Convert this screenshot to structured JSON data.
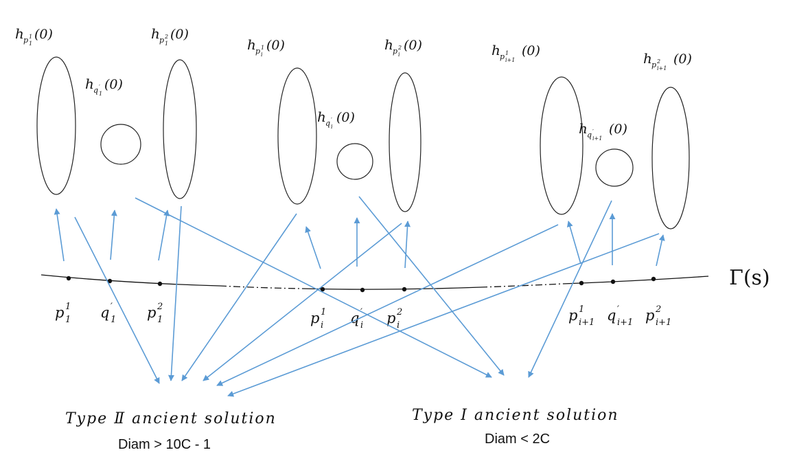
{
  "colors": {
    "arrow": "#5b9bd5",
    "ink": "#111111",
    "background": "#ffffff"
  },
  "sets": [
    {
      "id": "p1_1",
      "h_base": "h",
      "pt": "p",
      "sup": "1",
      "sub": "1",
      "point": {
        "base": "p",
        "sup": "1",
        "sub": "1"
      }
    },
    {
      "id": "q1",
      "h_base": "h",
      "pt": "q",
      "sup": "′",
      "sub": "1",
      "point": {
        "base": "q",
        "sup": "′",
        "sub": "1"
      }
    },
    {
      "id": "p1_2",
      "h_base": "h",
      "pt": "p",
      "sup": "2",
      "sub": "1",
      "point": {
        "base": "p",
        "sup": "2",
        "sub": "1"
      }
    },
    {
      "id": "pi_1",
      "h_base": "h",
      "pt": "p",
      "sup": "1",
      "sub": "i",
      "point": {
        "base": "p",
        "sup": "1",
        "sub": "i"
      }
    },
    {
      "id": "qi",
      "h_base": "h",
      "pt": "q",
      "sup": "′",
      "sub": "i",
      "point": {
        "base": "q",
        "sup": "′",
        "sub": "i"
      }
    },
    {
      "id": "pi_2",
      "h_base": "h",
      "pt": "p",
      "sup": "2",
      "sub": "i",
      "point": {
        "base": "p",
        "sup": "2",
        "sub": "i"
      }
    },
    {
      "id": "pi1_1",
      "h_base": "h",
      "pt": "p",
      "sup": "1",
      "sub": "i+1",
      "point": {
        "base": "p",
        "sup": "1",
        "sub": "i+1"
      }
    },
    {
      "id": "qi1",
      "h_base": "h",
      "pt": "q",
      "sup": "′",
      "sub": "i+1",
      "point": {
        "base": "q",
        "sup": "′",
        "sub": "i+1"
      }
    },
    {
      "id": "pi1_2",
      "h_base": "h",
      "pt": "p",
      "sup": "2",
      "sub": "i+1",
      "point": {
        "base": "p",
        "sup": "2",
        "sub": "i+1"
      }
    }
  ],
  "h_arg": "(0)",
  "curve_label": "Γ(s)",
  "type2": {
    "title": "Type Ⅱ ancient solution",
    "diam": "Diam > 10C - 1"
  },
  "type1": {
    "title": "Type Ⅰ ancient solution",
    "diam": "Diam < 2C"
  }
}
